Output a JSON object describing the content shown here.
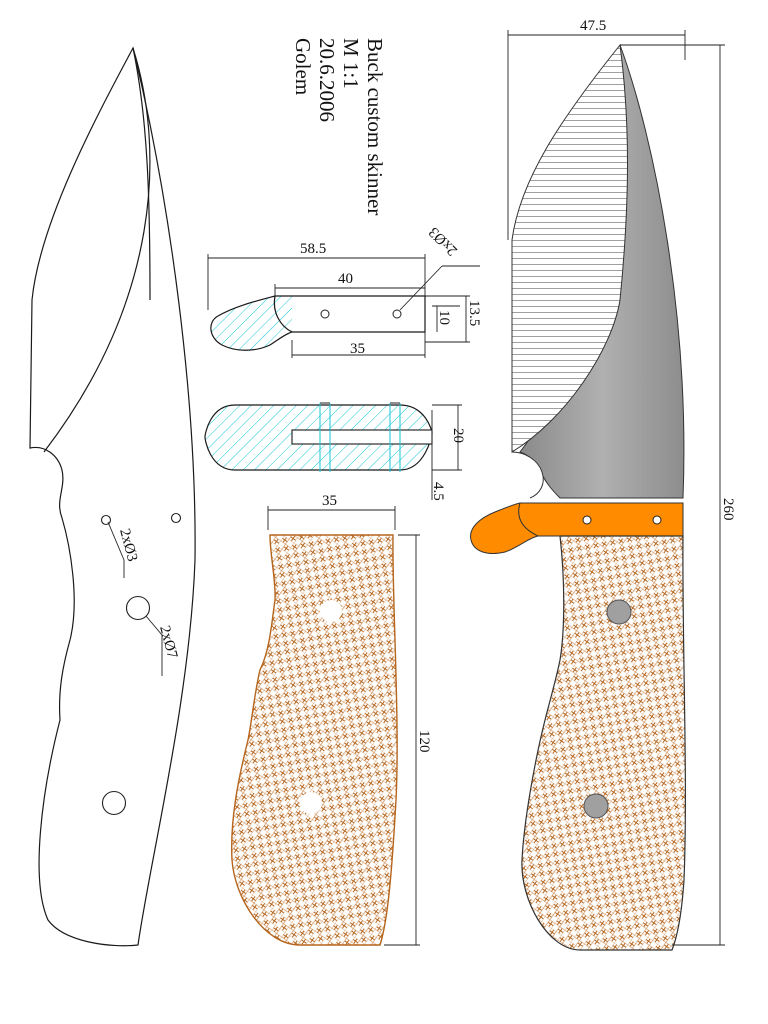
{
  "title_block": {
    "line1": "Buck custom skinner",
    "line2": "M 1:1",
    "line3": "20.6.2006",
    "line4": "Golem"
  },
  "blank_view": {
    "holes_small_label": "2xØ3",
    "holes_large_label": "2xØ7"
  },
  "guard_view": {
    "dim_overall": "58.5",
    "dim_holes_span": "40",
    "dim_bottom": "35",
    "dim_height": "13.5",
    "dim_inner": "10",
    "holes_label": "2xØ3"
  },
  "guard_slot_view": {
    "dim_width": "20",
    "dim_slot": "4.5"
  },
  "handle_scale_view": {
    "dim_width": "35",
    "dim_length": "120"
  },
  "assembled_view": {
    "dim_width": "47.5",
    "dim_length": "260"
  },
  "colors": {
    "hatch_cyan": "#19c6d6",
    "wood_brown": "#b5651d",
    "guard_orange": "#ff8c00",
    "blade_gray": "#9a9a9a"
  }
}
